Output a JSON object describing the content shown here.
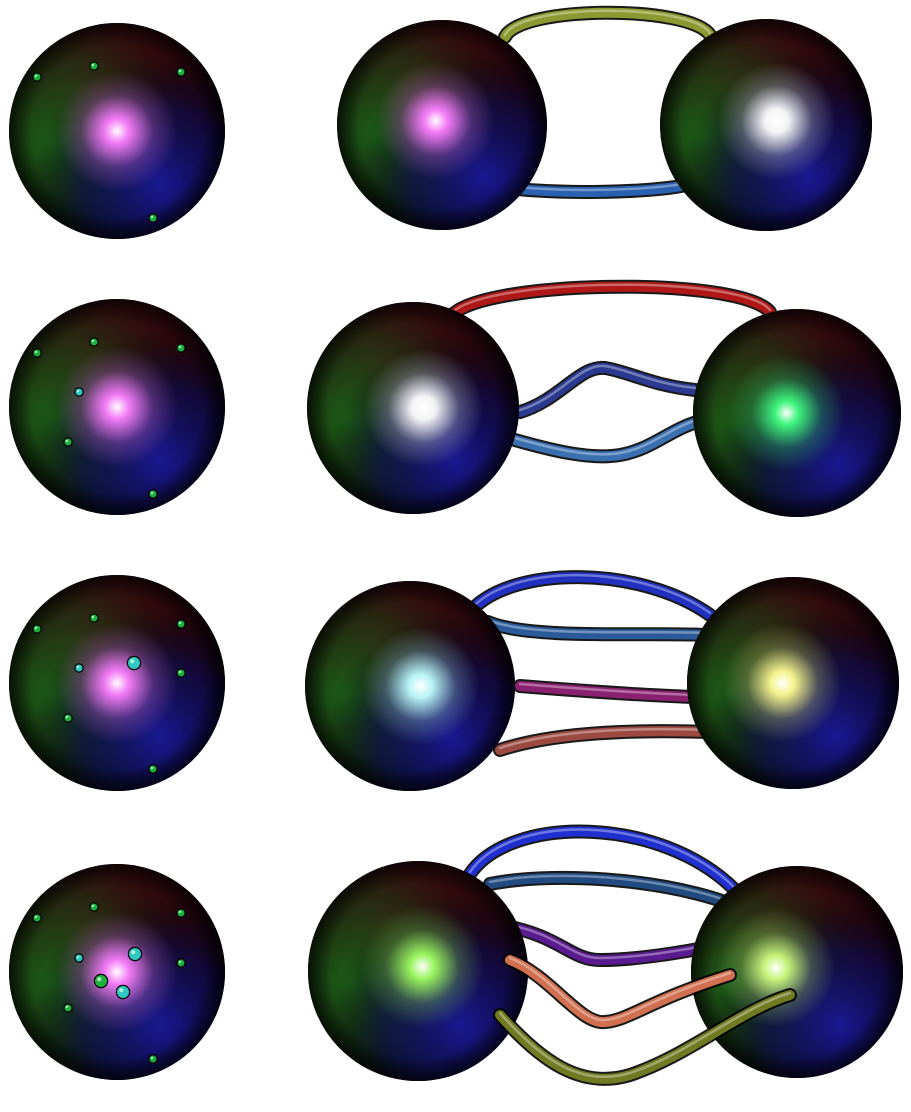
{
  "figure": {
    "rows": [
      {
        "small_sphere": {
          "glow": "#ff80ff",
          "dots": [
            "green",
            "green",
            "green",
            "green"
          ]
        },
        "big_left": {
          "glow": "#ff80ff"
        },
        "big_right": {
          "glow": "#ffffff"
        },
        "tubes": [
          "#8a9a30",
          "#2a60b0"
        ]
      },
      {
        "small_sphere": {
          "glow": "#ff80ff",
          "dots": [
            "green",
            "green",
            "green",
            "cyan",
            "green",
            "green"
          ]
        },
        "big_left": {
          "glow": "#ffffff"
        },
        "big_right": {
          "glow": "#40ff80"
        },
        "tubes": [
          "#b01818",
          "#2a3a90",
          "#3a70b0"
        ]
      },
      {
        "small_sphere": {
          "glow": "#ff80ff",
          "dots": [
            "green",
            "green",
            "green",
            "cyan",
            "cyan-large",
            "green",
            "green",
            "green"
          ]
        },
        "big_left": {
          "glow": "#c0ffff"
        },
        "big_right": {
          "glow": "#ffff90"
        },
        "tubes": [
          "#2030c0",
          "#2a5a9a",
          "#8a2070",
          "#9a4a40"
        ]
      },
      {
        "small_sphere": {
          "glow": "#ff80ff",
          "dots": [
            "green",
            "green",
            "green",
            "cyan",
            "cyan-large",
            "green",
            "green-large",
            "cyan-large",
            "green",
            "green"
          ]
        },
        "big_left": {
          "glow": "#a0ff60"
        },
        "big_right": {
          "glow": "#d0ff80"
        },
        "tubes": [
          "#2030d0",
          "#204a80",
          "#5a1a90",
          "#d07050",
          "#707a20"
        ]
      }
    ]
  }
}
